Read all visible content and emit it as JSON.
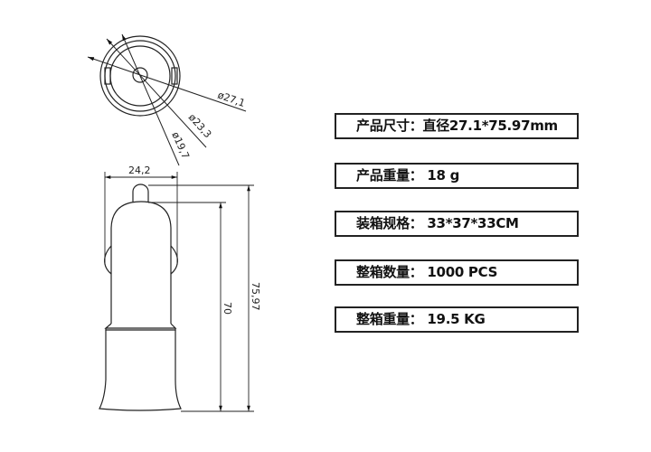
{
  "drawing": {
    "top_view": {
      "dim_outer": "ø27,1",
      "dim_middle": "ø23,3",
      "dim_inner": "ø19,7"
    },
    "side_view": {
      "dim_width": "24,2",
      "dim_body_height": "70",
      "dim_total_height": "75,97"
    }
  },
  "specs": [
    {
      "text": "产品尺寸：直径27.1*75.97mm"
    },
    {
      "text": "产品重量： 18 g"
    },
    {
      "text": "装箱规格： 33*37*33CM"
    },
    {
      "text": "整箱数量： 1000 PCS"
    },
    {
      "text": "整箱重量： 19.5 KG"
    }
  ]
}
